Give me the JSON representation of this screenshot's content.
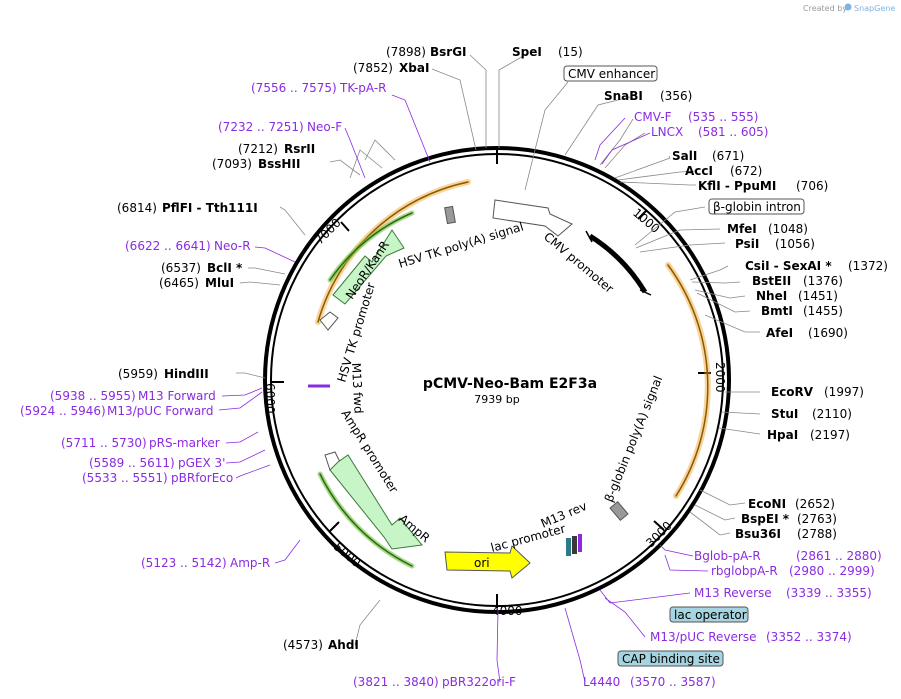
{
  "header": {
    "credit": "Created by",
    "brand": "SnapGene"
  },
  "plasmid": {
    "name": "pCMV-Neo-Bam E2F3a",
    "length": "7939 bp"
  },
  "ticks": [
    "1000",
    "2000",
    "3000",
    "4000",
    "5000",
    "6000",
    "7000"
  ],
  "sites": [
    {
      "pos": "(7898)",
      "name": "BsrGI"
    },
    {
      "pos": "(15)",
      "name": "SpeI"
    },
    {
      "pos": "(7852)",
      "name": "XbaI"
    },
    {
      "pos": "(356)",
      "name": "SnaBI"
    },
    {
      "pos": "(671)",
      "name": "SalI"
    },
    {
      "pos": "(672)",
      "name": "AccI"
    },
    {
      "pos": "(706)",
      "name": "KflI - PpuMI"
    },
    {
      "pos": "(7212)",
      "name": "RsrII"
    },
    {
      "pos": "(7093)",
      "name": "BssHII"
    },
    {
      "pos": "(6814)",
      "name": "PflFI - Tth111I"
    },
    {
      "pos": "(1048)",
      "name": "MfeI"
    },
    {
      "pos": "(1056)",
      "name": "PsiI"
    },
    {
      "pos": "(1372)",
      "name": "CsiI - SexAI *"
    },
    {
      "pos": "(1376)",
      "name": "BstEII"
    },
    {
      "pos": "(1451)",
      "name": "NheI"
    },
    {
      "pos": "(1455)",
      "name": "BmtI"
    },
    {
      "pos": "(1690)",
      "name": "AfeI"
    },
    {
      "pos": "(6537)",
      "name": "BclI *"
    },
    {
      "pos": "(6465)",
      "name": "MluI"
    },
    {
      "pos": "(5959)",
      "name": "HindIII"
    },
    {
      "pos": "(1997)",
      "name": "EcoRV"
    },
    {
      "pos": "(2110)",
      "name": "StuI"
    },
    {
      "pos": "(2197)",
      "name": "HpaI"
    },
    {
      "pos": "(2652)",
      "name": "EcoNI"
    },
    {
      "pos": "(2763)",
      "name": "BspEI *"
    },
    {
      "pos": "(2788)",
      "name": "Bsu36I"
    },
    {
      "pos": "(4573)",
      "name": "AhdI"
    }
  ],
  "primers": [
    {
      "range": "(7556 .. 7575)",
      "name": "TK-pA-R"
    },
    {
      "range": "(7232 .. 7251)",
      "name": "Neo-F"
    },
    {
      "range": "(535 .. 555)",
      "name": "CMV-F"
    },
    {
      "range": "(581 .. 605)",
      "name": "LNCX"
    },
    {
      "range": "(6622 .. 6641)",
      "name": "Neo-R"
    },
    {
      "range": "(5938 .. 5955)",
      "name": "M13 Forward"
    },
    {
      "range": "(5924 .. 5946)",
      "name": "M13/pUC Forward"
    },
    {
      "range": "(5711 .. 5730)",
      "name": "pRS-marker"
    },
    {
      "range": "(5589 .. 5611)",
      "name": "pGEX 3'"
    },
    {
      "range": "(5533 .. 5551)",
      "name": "pBRforEco"
    },
    {
      "range": "(5123 .. 5142)",
      "name": "Amp-R"
    },
    {
      "range": "(2861 .. 2880)",
      "name": "Bglob-pA-R"
    },
    {
      "range": "(2980 .. 2999)",
      "name": "rbglobpA-R"
    },
    {
      "range": "(3339 .. 3355)",
      "name": "M13 Reverse"
    },
    {
      "range": "(3352 .. 3374)",
      "name": "M13/pUC Reverse"
    },
    {
      "range": "(3821 .. 3840)",
      "name": "pBR322ori-F"
    },
    {
      "range": "(3570 .. 3587)",
      "name": "L4440"
    }
  ],
  "boxed": {
    "cmv_enhancer": "CMV enhancer",
    "bglobin_intron": "β-globin intron",
    "lac_operator": "lac operator",
    "cap_site": "CAP binding site"
  },
  "features": {
    "hsv_polya": "HSV TK poly(A) signal",
    "cmv_promoter": "CMV promoter",
    "neo": "NeoR/KanR",
    "hsv_promoter": "HSV TK promoter",
    "m13_fwd": "M13 fwd",
    "ampr_promoter": "AmpR promoter",
    "ampr": "AmpR",
    "ori": "ori",
    "lac_promoter": "lac promoter",
    "m13_rev": "M13 rev",
    "bglobin_polya": "β-globin poly(A) signal"
  },
  "colors": {
    "primer": "#8a2be2",
    "ring": "#000000",
    "orf": "#f0a020",
    "neo_fill": "#c8f5c8",
    "ori_fill": "#ffff00",
    "boxed_blue": "#a6d4e0"
  }
}
